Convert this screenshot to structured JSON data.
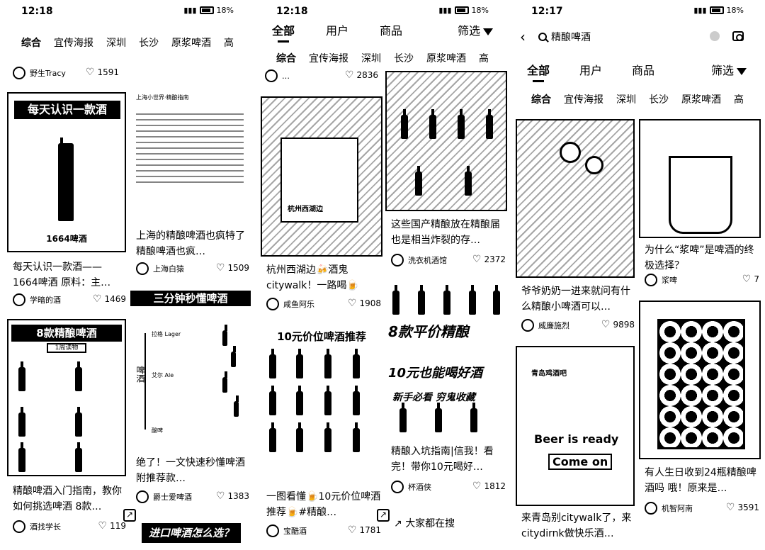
{
  "status": {
    "p1_time": "12:18",
    "p2_time": "12:18",
    "p3_time": "12:17",
    "battery": "18%"
  },
  "chips": [
    "综合",
    "宜传海报",
    "深圳",
    "长沙",
    "原浆啤酒",
    "高"
  ],
  "tabs": {
    "all": "全部",
    "users": "用户",
    "goods": "商品",
    "filter": "筛选"
  },
  "search": {
    "query": "精酿啤酒"
  },
  "panel1": {
    "top_author": "野生Tracy",
    "top_likes": "1591",
    "left_cards": [
      {
        "banner": "每天认识一款酒",
        "label": "1664啤酒",
        "title": "每天认识一款酒——1664啤酒 原料：主…",
        "author": "学暗的酒",
        "likes": "1469"
      },
      {
        "banner": "8款精酿啤酒",
        "sub": "1周读物",
        "title": "精酿啤酒入门指南，教你如何挑选啤酒 8款…",
        "author": "酒找学长",
        "likes": "119"
      }
    ],
    "right_cards": [
      {
        "doc_head": "上海小世界·精酿指南",
        "title": "上海的精酿啤酒也疯特了 精酿啤酒也疯…",
        "author": "上海白猿",
        "likes": "1509"
      },
      {
        "banner": "三分钟秒懂啤酒",
        "tree_root": "啤酒",
        "branch1": "拉格 Lager",
        "branch2": "艾尔 Ale",
        "branch3": "酸啤",
        "title": "绝了！一文快速秒懂啤酒 附推荐款…",
        "author": "爵士爱啤酒",
        "likes": "1383"
      },
      {
        "banner": "进口啤酒怎么选？"
      }
    ]
  },
  "panel2": {
    "left_cards": [
      {
        "author_top": "…",
        "likes_top": "2836"
      },
      {
        "map_label": "杭州西湖边",
        "title": "杭州西湖边🍻酒鬼citywalk！一路喝🍺",
        "author": "咸鱼阿乐",
        "likes": "1908"
      },
      {
        "banner": "10元价位啤酒推荐",
        "title": "一图看懂🍺10元价位啤酒推荐🍺#精酿…",
        "author": "宝酷酒",
        "likes": "1781"
      }
    ],
    "right_cards": [
      {
        "title": "这些国产精酿放在精酿届也是相当炸裂的存…",
        "author": "洗衣机酒馆",
        "likes": "2372"
      },
      {
        "overlay1": "8款平价精酿",
        "overlay2": "10元也能喝好酒",
        "overlay3": "新手必看 穷鬼收藏",
        "title": "精酿入坑指南|信我！看完！带你10元喝好…",
        "author": "杯酒侠",
        "likes": "1812"
      },
      {
        "title": "大家都在搜"
      }
    ]
  },
  "panel3": {
    "left_cards": [
      {
        "title": "爷爷奶奶一进来就问有什么精酿小啤酒可以…",
        "author": "威廉施烈",
        "likes": "9898"
      },
      {
        "sign_top": "青岛鸡酒吧",
        "overlay1": "Beer is ready",
        "overlay2": "Come on",
        "title": "来青岛别citywalk了，来citydirnk做快乐酒…",
        "author": "…"
      }
    ],
    "right_cards": [
      {
        "title": "为什么“浆啤”是啤酒的终极选择？",
        "author": "浆啤",
        "likes": "7"
      },
      {
        "title": "有人生日收到24瓶精酿啤酒吗 哦！原来是…",
        "author": "机智阿南",
        "likes": "3591"
      }
    ]
  }
}
